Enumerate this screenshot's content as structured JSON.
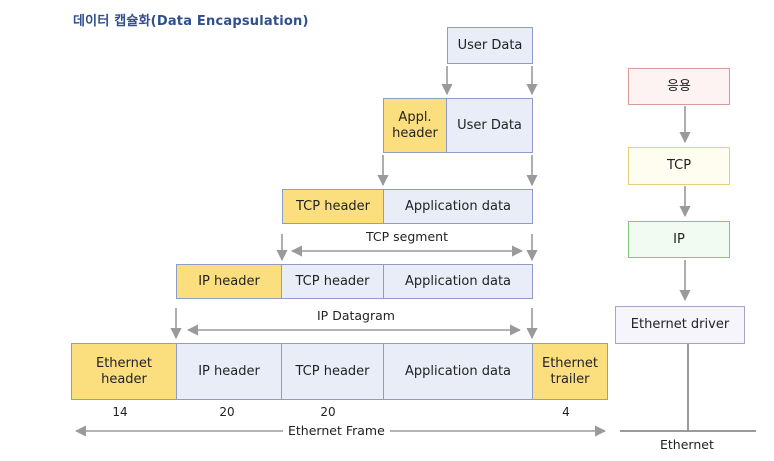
{
  "title": "데이터 캡슐화(Data Encapsulation)",
  "rows": {
    "row1": {
      "user_data": "User Data"
    },
    "row2": {
      "appl_header": "Appl.\nheader",
      "user_data": "User Data"
    },
    "row3": {
      "tcp_header": "TCP header",
      "app_data": "Application data"
    },
    "row4": {
      "ip_header": "IP header",
      "tcp_header": "TCP header",
      "app_data": "Application data"
    },
    "row5": {
      "eth_header": "Ethernet\nheader",
      "ip_header": "IP header",
      "tcp_header": "TCP header",
      "app_data": "Application data",
      "eth_trailer": "Ethernet\ntrailer"
    }
  },
  "spans": {
    "tcp_segment": "TCP segment",
    "ip_datagram": "IP Datagram",
    "ethernet_frame": "Ethernet Frame"
  },
  "sizes": {
    "eth_header": "14",
    "ip_header": "20",
    "tcp_header": "20",
    "eth_trailer": "4"
  },
  "stack": {
    "app": "응용",
    "tcp": "TCP",
    "ip": "IP",
    "driver": "Ethernet driver",
    "ethernet": "Ethernet"
  },
  "colors": {
    "header_fill": "#fbdf7e",
    "data_fill": "#e8edf8",
    "border": "#8e9cc6",
    "arrow": "#9a9a9a"
  }
}
